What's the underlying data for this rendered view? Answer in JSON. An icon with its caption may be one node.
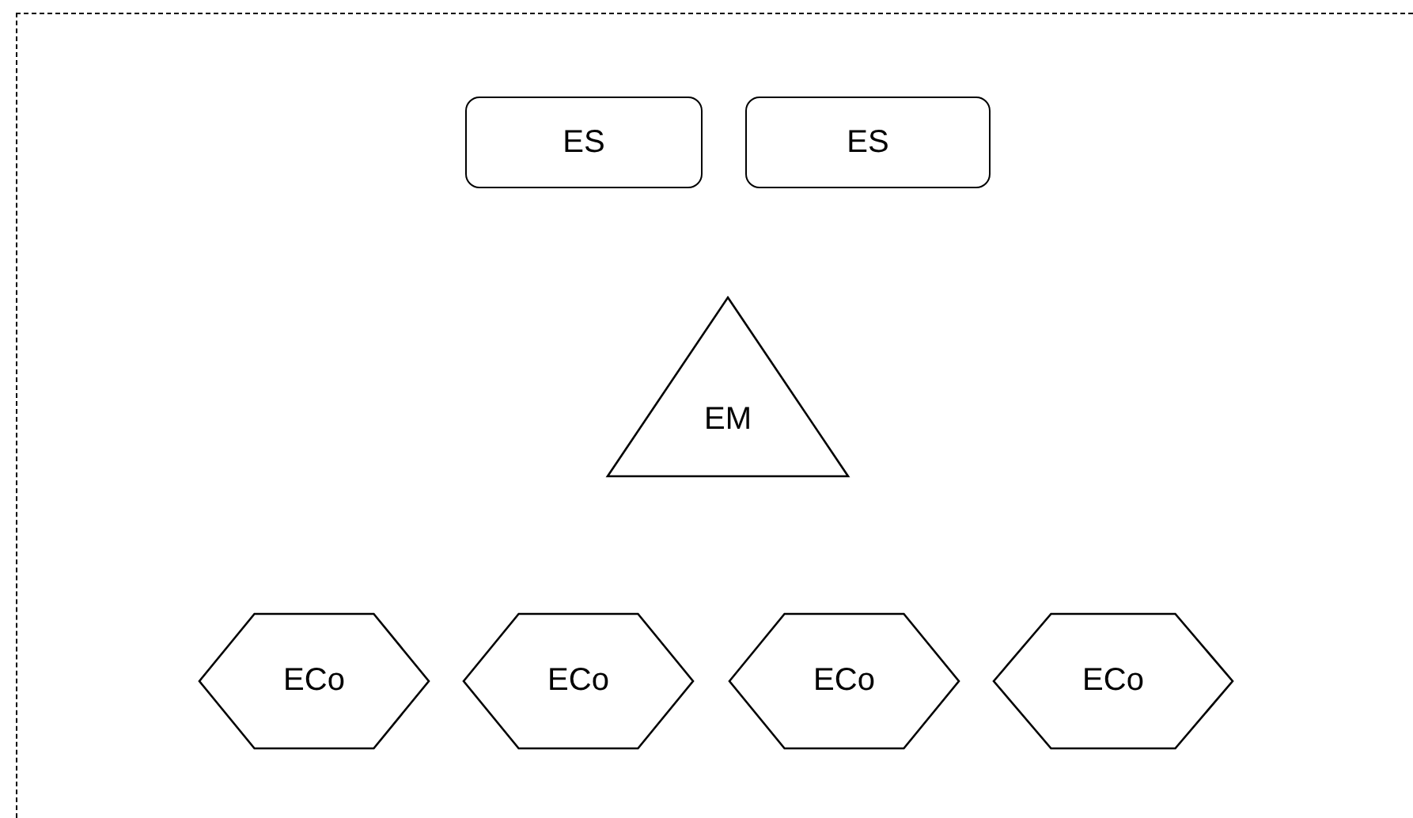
{
  "diagram": {
    "nodes": [
      {
        "text": [],
        "shape": "box"
      },
      {
        "text": [
          "ES"
        ],
        "in": 0
      },
      {
        "text": [
          "ES"
        ],
        "in": 0
      },
      {
        "text": [
          "EM"
        ],
        "in": 0
      },
      {
        "text": [
          "ECo"
        ],
        "in": 0
      },
      {
        "text": [
          "ECo"
        ],
        "in": 0
      },
      {
        "text": [
          "ECo"
        ],
        "in": 0
      },
      {
        "text": [
          "ECo"
        ],
        "in": 0
      }
    ]
  }
}
